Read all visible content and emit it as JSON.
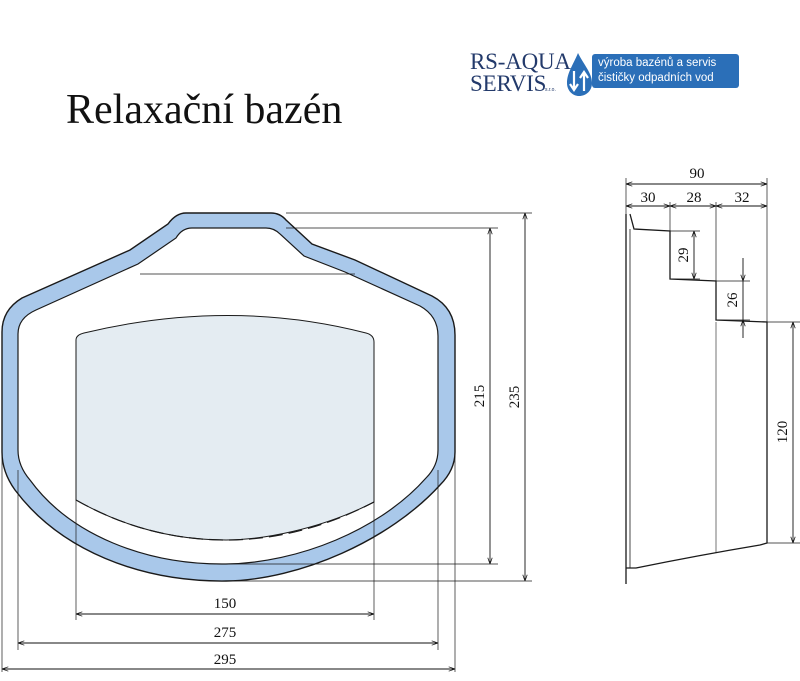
{
  "title": "Relaxační bazén",
  "logo": {
    "line1": "RS-AQUA",
    "line2": "SERVIS",
    "suffix": "s.r.o.",
    "tagline1": "výroba bazénů a servis",
    "tagline2": "čističky odpadních vod",
    "colors": {
      "text": "#233a6b",
      "badge": "#2b6fb8"
    },
    "icons": [
      "water-drop-arrows-icon"
    ]
  },
  "plan_view": {
    "width_overall": "295",
    "width_inner": "275",
    "width_floor": "150",
    "depth_overall": "235",
    "depth_inner": "215",
    "colors": {
      "rim": "#a9c8ea",
      "floor": "#e4ecf2",
      "line": "#1a1a1a"
    }
  },
  "section_view": {
    "width_overall": "90",
    "step_1": "30",
    "step_2": "28",
    "step_3": "32",
    "rise_1": "29",
    "rise_2": "26",
    "depth_main": "120"
  }
}
